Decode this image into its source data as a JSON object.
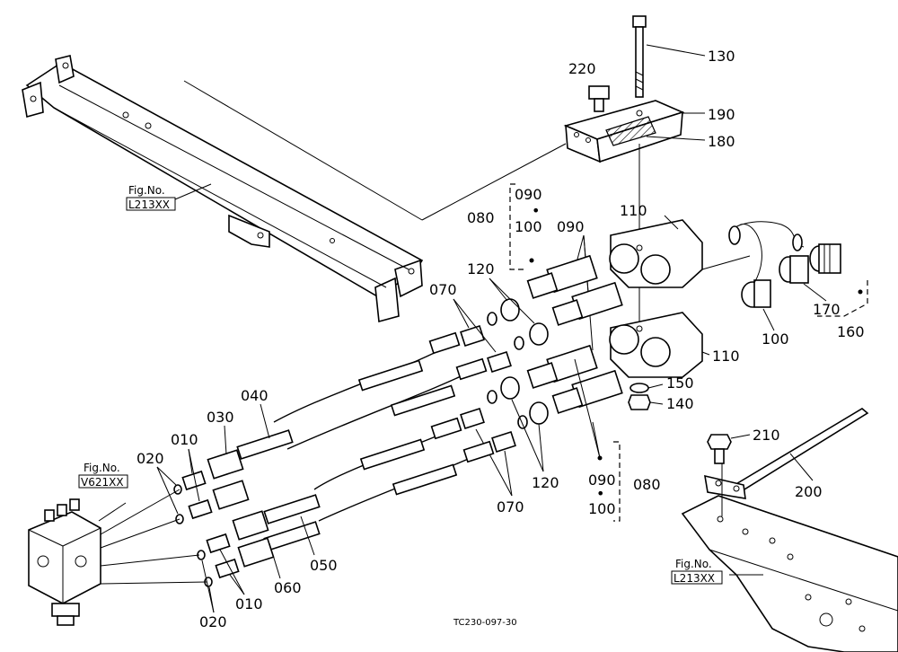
{
  "labels": {
    "p010": "010",
    "p020": "020",
    "p030": "030",
    "p040": "040",
    "p050": "050",
    "p060": "060",
    "p070": "070",
    "p080": "080",
    "p090": "090",
    "p100": "100",
    "p110": "110",
    "p120": "120",
    "p130": "130",
    "p140": "140",
    "p150": "150",
    "p160": "160",
    "p170": "170",
    "p180": "180",
    "p190": "190",
    "p200": "200",
    "p210": "210",
    "p220": "220"
  },
  "refs": {
    "fig_no": "Fig.No.",
    "l213xx": "L213XX",
    "v621xx": "V621XX"
  },
  "drawing_code": "TC230-097-30"
}
